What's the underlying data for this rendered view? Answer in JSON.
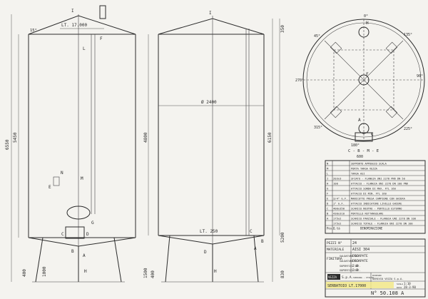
{
  "front_view": {
    "label_i": "I",
    "angle_top": "15°",
    "lt_capacity": "LT. 17.000",
    "label_f_top": "F",
    "label_l_side": "L",
    "label_n": "N",
    "label_m": "M",
    "label_e": "E",
    "label_g": "G",
    "label_c": "C",
    "label_d": "D",
    "label_b": "B",
    "label_a": "A",
    "label_h": "H",
    "dim_total_height": "6550",
    "dim_inner_height": "5450",
    "dim_leg": "400",
    "dim_bottom": "1000"
  },
  "side_view": {
    "label_i": "I",
    "dim_diameter": "Ø 2400",
    "dim_body": "4800",
    "dim_top": "350",
    "dim_total_right": "6150",
    "dim_lower_right": "5200",
    "dim_bottom_right": "830",
    "dim_left_bottom": "1500",
    "dim_leg_left": "400",
    "lt_bottom": "LT. 250",
    "label_a": "A",
    "label_b": "B",
    "label_c": "C",
    "label_d": "D",
    "label_h": "H"
  },
  "plan_view": {
    "label_a": "A",
    "label_c": "C",
    "label_f": "F",
    "label_h": "H",
    "angle_tl": "45°",
    "angle_tr": "135°",
    "angle_bl": "315°",
    "angle_br": "225°",
    "angle_l": "270°",
    "angle_r": "90°",
    "angle_b": "180°",
    "angle_t": "0°",
    "bottom_labels": "C - B - M - E",
    "bottom_dim": "600"
  },
  "parts_list": {
    "rows": [
      {
        "pos": "N",
        "qty": "",
        "desc": "SUPPORTO APPOGGIO SCALA"
      },
      {
        "pos": "M",
        "qty": "",
        "desc": "PORTA TARGA VEZZA"
      },
      {
        "pos": "L",
        "qty": "",
        "desc": "TARGA ASI"
      },
      {
        "pos": "I",
        "qty": "203x3",
        "desc": "SFIATO - FLANGIA UNI 2278 PN6 DN 50"
      },
      {
        "pos": "H",
        "qty": "100",
        "desc": "ATTACCO - FLANGIA UNI 2278 DN 100 PN6"
      },
      {
        "pos": "G",
        "qty": "",
        "desc": "ATTACCO SONDA DI MAX. FTL 160"
      },
      {
        "pos": "F",
        "qty": "",
        "desc": "ATTACCO DI MIN. FTL 160"
      },
      {
        "pos": "E",
        "qty": "3/4\" G.F.",
        "desc": "MANICOTTO PRESA CAMPIONE CON GHIERA"
      },
      {
        "pos": "D",
        "qty": "1\" G.F.",
        "desc": "ATTACCO INDICATORE LIVELLO GHIERE"
      },
      {
        "pos": "C",
        "qty": "400x350",
        "desc": "SCARICO NEUTRO - PORTELLO ESTERNO"
      },
      {
        "pos": "B",
        "qty": "430x310",
        "desc": "PORTELLO RETTANGOLARE"
      },
      {
        "pos": "A",
        "qty": "175x2",
        "desc": "SCARICO PARZIALE - FLANGIA UNI 2278 DN 100"
      },
      {
        "pos": "",
        "qty": "175x2",
        "desc": "SCARICO TOTALE - FLANGIA UNI 2278 DN 100"
      }
    ],
    "header_pos": "Pos.",
    "header_qty": "Q.tà",
    "header_desc": "DENOMINAZIONE"
  },
  "title_block": {
    "pezzi_label": "PEZZI N°",
    "pezzi_value": "24",
    "materiale_label": "MATERIALE",
    "materiale_value": "AISI 304",
    "finitura_label": "FINITURA",
    "saldature_int_label": "SALDATURE INT.",
    "saldature_int_value": "DECAPATE",
    "saldature_est_label": "SALDATURE EST.",
    "saldature_est_value": "DECAPATE",
    "superfici_int_label": "SUPERFICI INT.",
    "superfici_int_value": "2 B",
    "superfici_est_label": "SUPERFICI EST.",
    "superfici_est_value": "2 B",
    "company_logo": "VEZZA",
    "company_name": "S.p.A.",
    "company_place": "SORIGNA - ITALIA",
    "drawn_label": "DISEGNO",
    "drawn_value": "GEREVIO VEZZA S.p.A.",
    "object": "SERBATOIO LT.17000",
    "date_label": "DATA",
    "date_value": "28-3-90",
    "scale_label": "SCALA",
    "scale_value": "1:10",
    "drawing_number": "N° 50.108 A"
  },
  "colors": {
    "paper": "#f4f3ef",
    "ink": "#2b2b2b",
    "highlight": "#f2e88a"
  }
}
